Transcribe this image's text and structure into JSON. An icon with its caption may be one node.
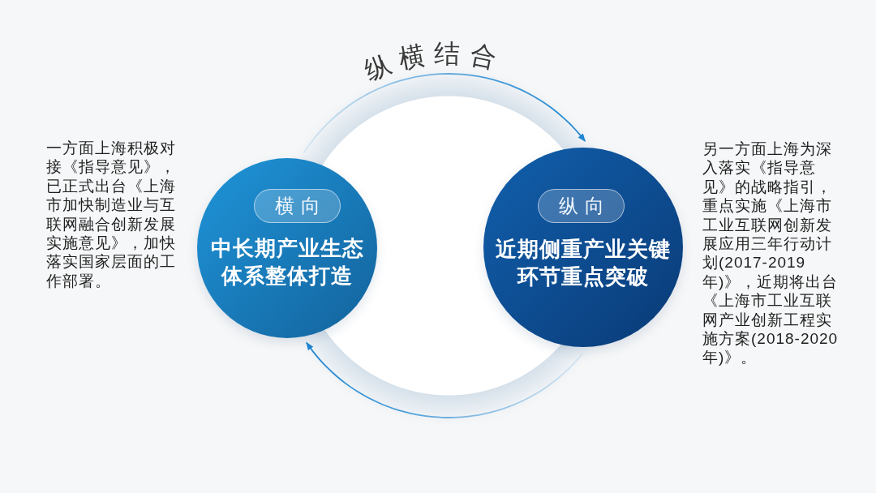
{
  "diagram": {
    "title": "纵横结合",
    "nodes": [
      {
        "text": [
          "中长期产业生态体系整体打造"
        ],
        "beside": [
          "一方面上海积极对接《指导意见》，已正式出台《上海市加快制造业与互联网融合创新发展实施意见》，加快落实国家层面的工作部署。"
        ]
      },
      {
        "text": [
          "横向"
        ],
        "in": 0
      },
      {
        "text": [
          "近期侧重产业关键环节重点突破"
        ],
        "beside": [
          "另一方面上海为深入落实《指导意见》的战略指引，重点实施《上海市工业互联网创新发展应用三年行动计划(2017-2019年)》，近期将出台《上海市工业互联网产业创新工程实施方案(2018-2020年)》。"
        ]
      },
      {
        "text": [
          "纵向"
        ],
        "in": 2
      }
    ],
    "edges": [
      {
        "from": 0,
        "to": 2,
        "arrow": "to"
      },
      {
        "from": 2,
        "to": 0,
        "arrow": "to"
      }
    ]
  }
}
